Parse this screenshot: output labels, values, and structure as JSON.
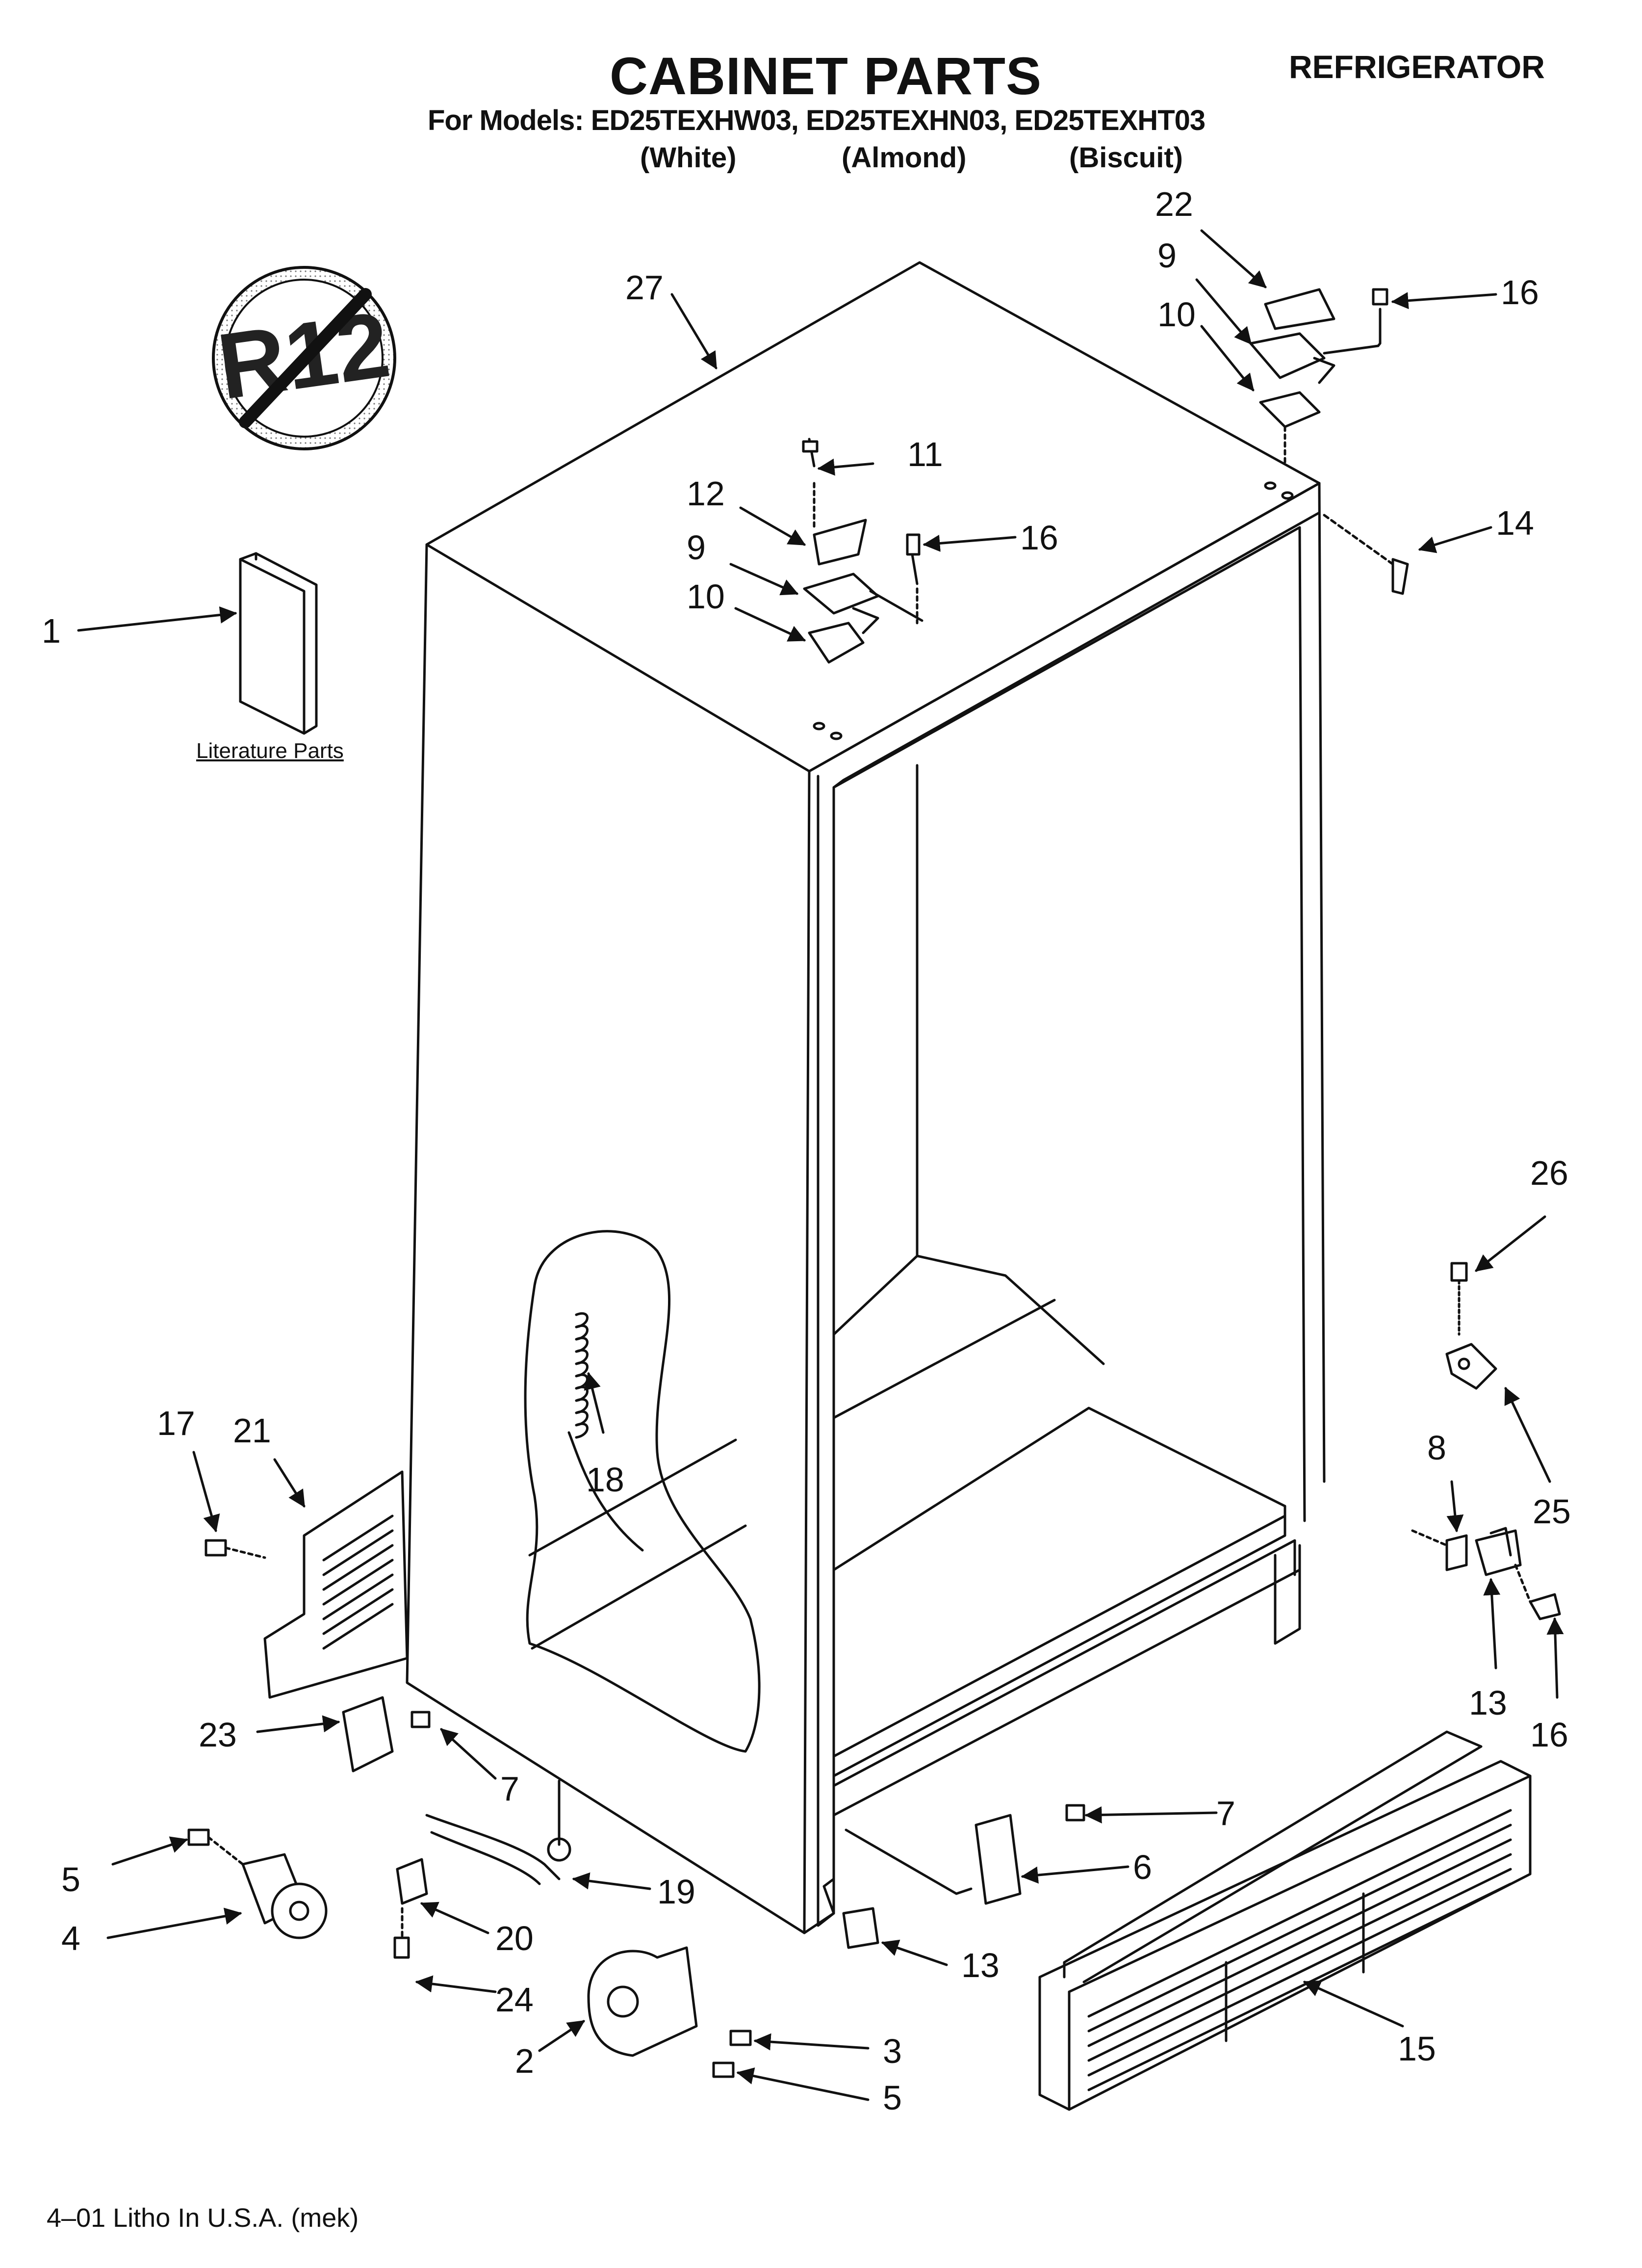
{
  "header": {
    "title": "CABINET PARTS",
    "category": "REFRIGERATOR",
    "models_line": "For Models: ED25TEXHW03, ED25TEXHN03, ED25TEXHT03",
    "colors": [
      "(White)",
      "(Almond)",
      "(Biscuit)"
    ]
  },
  "badge": {
    "text": "R12",
    "icon": "no-r12-icon"
  },
  "literature_label": "Literature Parts",
  "callouts": {
    "c1": "1",
    "c2": "2",
    "c3": "3",
    "c4": "4",
    "c5a": "5",
    "c5b": "5",
    "c6": "6",
    "c7a": "7",
    "c7b": "7",
    "c8": "8",
    "c9a": "9",
    "c9b": "9",
    "c10a": "10",
    "c10b": "10",
    "c11": "11",
    "c12": "12",
    "c13a": "13",
    "c13b": "13",
    "c14": "14",
    "c15": "15",
    "c16a": "16",
    "c16b": "16",
    "c16c": "16",
    "c17": "17",
    "c18": "18",
    "c19": "19",
    "c20": "20",
    "c21": "21",
    "c22": "22",
    "c23": "23",
    "c24": "24",
    "c25": "25",
    "c26": "26",
    "c27": "27"
  },
  "footer": "4–01 Litho In U.S.A. (mek)"
}
